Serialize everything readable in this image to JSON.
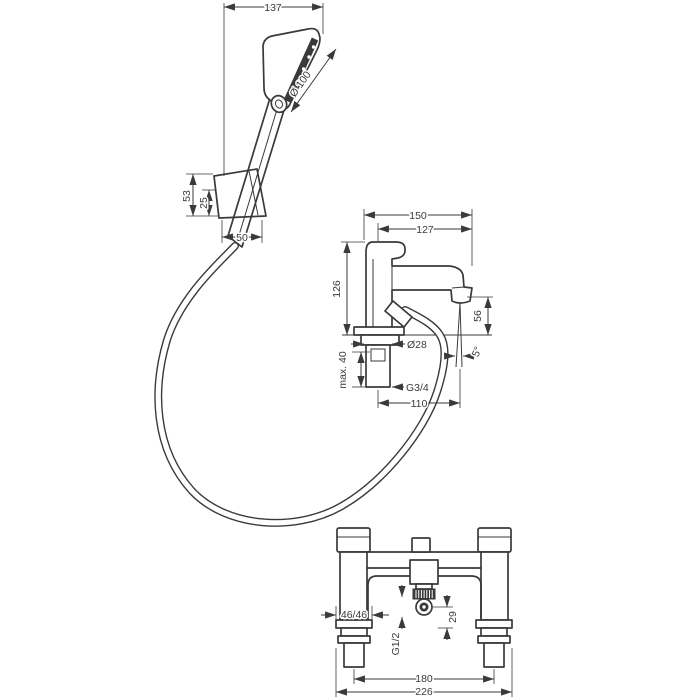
{
  "dimensions": {
    "hand_shower": {
      "set_width": "137",
      "head_diameter": "Ø 100",
      "holder_height": "53",
      "holder_front_height": "25",
      "holder_depth": "50"
    },
    "side_view": {
      "total_depth": "150",
      "spout_reach": "127",
      "body_height": "126",
      "outlet_height": "56",
      "shank_diameter": "Ø28",
      "spray_angle": "5°",
      "max_mounting_depth": "max. 40",
      "shank_thread": "G3/4",
      "outlet_reach": "110"
    },
    "front_view": {
      "pillar_width": "46/46",
      "outlet_offset": "29",
      "hose_thread": "G1/2",
      "hole_distance": "180",
      "overall_width": "226"
    }
  }
}
